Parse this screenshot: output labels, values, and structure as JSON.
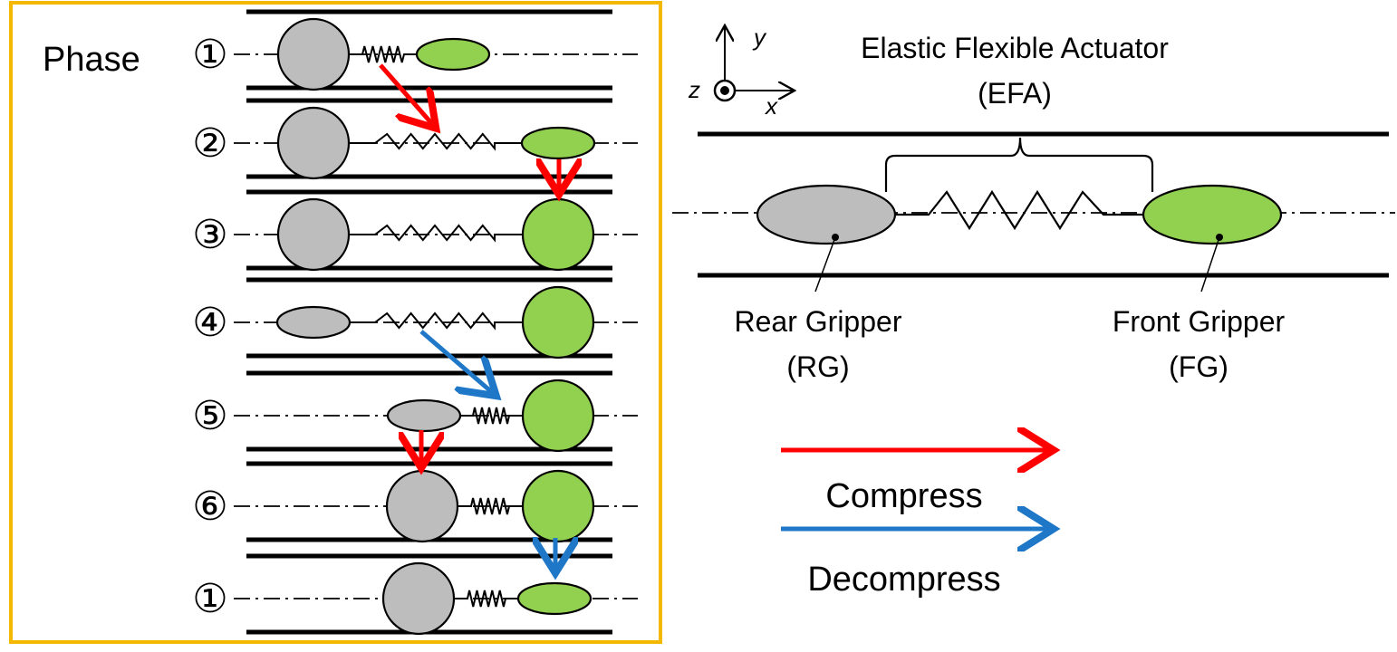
{
  "left_panel": {
    "title": "Phase",
    "border_color": "#F5B800",
    "phases": [
      {
        "id": "1",
        "label": "①"
      },
      {
        "id": "2",
        "label": "②"
      },
      {
        "id": "3",
        "label": "③"
      },
      {
        "id": "4",
        "label": "④"
      },
      {
        "id": "5",
        "label": "⑤"
      },
      {
        "id": "6",
        "label": "⑥"
      },
      {
        "id": "1b",
        "label": "①"
      }
    ]
  },
  "axes": {
    "y": "y",
    "x": "x",
    "z": "z"
  },
  "diagram": {
    "efa_label_line1": "Elastic Flexible Actuator",
    "efa_label_line2": "(EFA)",
    "rear_label_line1": "Rear Gripper",
    "rear_label_line2": "(RG)",
    "front_label_line1": "Front Gripper",
    "front_label_line2": "(FG)"
  },
  "legend": {
    "compress": "Compress",
    "decompress": "Decompress",
    "compress_color": "#FF0000",
    "decompress_color": "#1F77C8"
  },
  "colors": {
    "rear_gripper": "#BDBDBD",
    "front_gripper": "#92D050"
  }
}
